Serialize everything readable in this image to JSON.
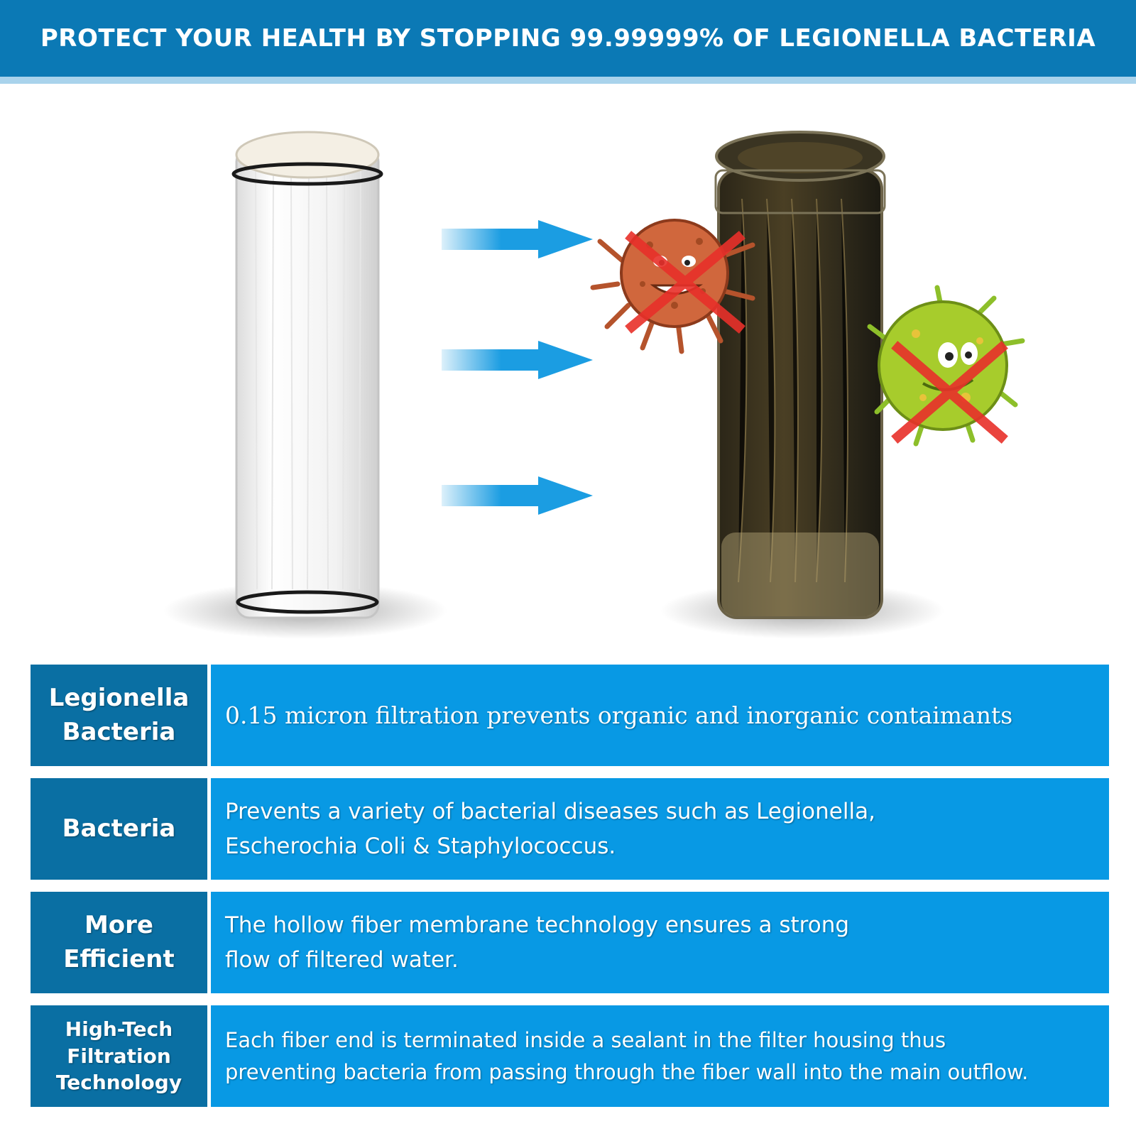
{
  "header": {
    "title": "PROTECT YOUR HEALTH BY STOPPING 99.99999% OF LEGIONELLA BACTERIA"
  },
  "colors": {
    "banner": "#0b79b5",
    "label_cell": "#0a6fa3",
    "desc_cell": "#0899e4",
    "arrow": "#1b9de2",
    "cross": "#e8302a"
  },
  "illustration": {
    "items": [
      "clean-filter-cartridge-icon",
      "flow-arrow-icon",
      "dirty-filter-cartridge-icon",
      "bacteria-icon",
      "virus-icon"
    ]
  },
  "features": [
    {
      "label_lines": [
        "Legionella",
        "Bacteria"
      ],
      "desc_lines": [
        "0.15 micron filtration prevents organic and inorganic contaimants"
      ]
    },
    {
      "label_lines": [
        "Bacteria"
      ],
      "desc_lines": [
        "Prevents a variety of bacterial diseases such as Legionella,",
        "Escherochia Coli & Staphylococcus."
      ]
    },
    {
      "label_lines": [
        "More",
        "Efficient"
      ],
      "desc_lines": [
        "The hollow fiber membrane technology ensures a strong",
        "flow of filtered water."
      ]
    },
    {
      "label_lines": [
        "High-Tech",
        "Filtration",
        "Technology"
      ],
      "desc_lines": [
        "Each fiber end is terminated inside a sealant in the filter housing thus",
        "preventing bacteria from passing through the fiber wall into the main outflow."
      ]
    }
  ]
}
